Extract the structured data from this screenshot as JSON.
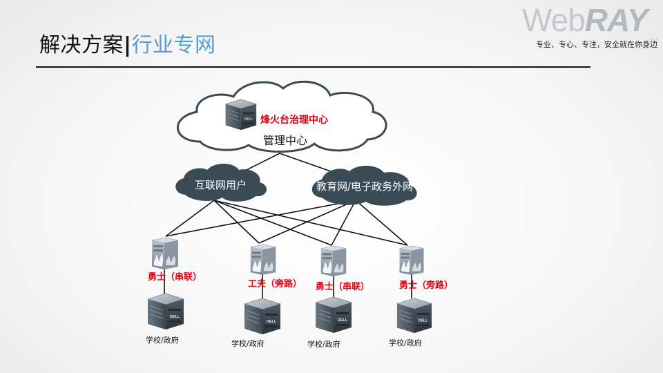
{
  "header": {
    "title_main": "解决方案",
    "title_sep": "|",
    "title_sub": "行业专网",
    "logo_light": "Web",
    "logo_bold": "RAY",
    "logo_tm": "TM",
    "slogan": "专业、专心、专注，安全就在你身边"
  },
  "diagram": {
    "center_red": "烽火台治理中心",
    "center_label": "管理中心",
    "cloud_left": "互联网用户",
    "cloud_right": "教育网/电子政务外网",
    "devices": [
      {
        "label": "勇士（串联）",
        "site": "学校/政府"
      },
      {
        "label": "工夫（旁路）",
        "site": "学校/政府"
      },
      {
        "label": "勇士（串联）",
        "site": "学校/政府"
      },
      {
        "label": "勇士（旁路）",
        "site": "学校/政府"
      }
    ],
    "server_brand": "DELL"
  },
  "colors": {
    "accent_blue": "#5b9bd5",
    "label_red": "#e60012",
    "cloud_fill": "#3a4b55"
  }
}
